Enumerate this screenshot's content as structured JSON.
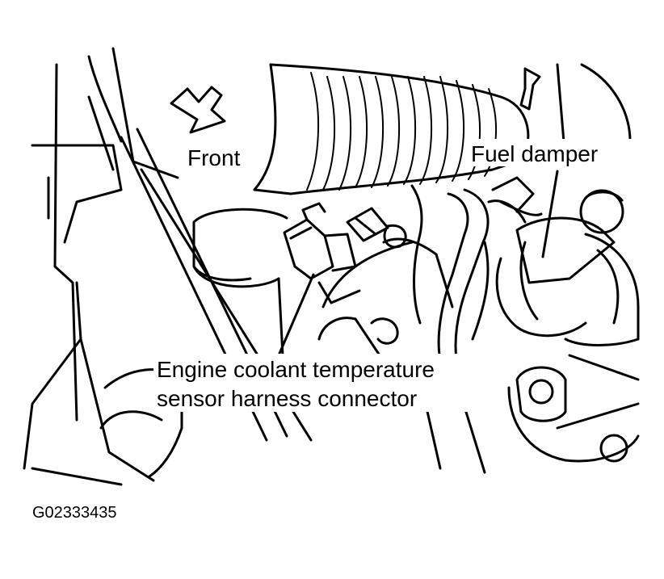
{
  "labels": {
    "front": "Front",
    "fuel_damper": "Fuel damper",
    "ect_line1": "Engine coolant temperature",
    "ect_line2": "sensor harness connector"
  },
  "figure_id": "G02333435",
  "icons": {
    "front_arrow": "arrow-down-right-icon"
  },
  "colors": {
    "ink": "#000000",
    "paper": "#ffffff"
  }
}
